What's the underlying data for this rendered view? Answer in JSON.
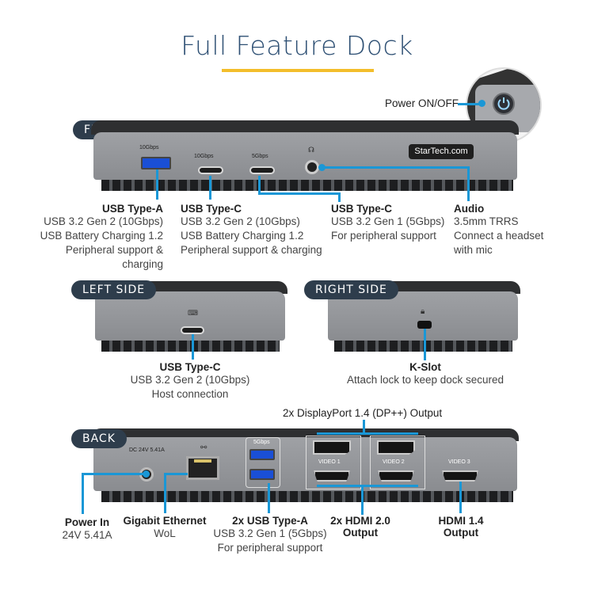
{
  "title": "Full Feature Dock",
  "sections": {
    "front": "FRONT",
    "left": "LEFT SIDE",
    "right": "RIGHT SIDE",
    "back": "BACK"
  },
  "power_button": "Power ON/OFF",
  "brand": "StarTech.com",
  "front_port_labels": {
    "usba_speed": "10Gbps",
    "usbc1_speed": "10Gbps",
    "usbc2_speed": "5Gbps"
  },
  "front": {
    "usba": {
      "title": "USB Type-A",
      "lines": [
        "USB 3.2 Gen 2 (10Gbps)",
        "USB Battery Charging 1.2",
        "Peripheral support & charging"
      ]
    },
    "usbc1": {
      "title": "USB Type-C",
      "lines": [
        "USB 3.2 Gen 2 (10Gbps)",
        "USB Battery Charging 1.2",
        "Peripheral support & charging"
      ]
    },
    "usbc2": {
      "title": "USB Type-C",
      "lines": [
        "USB 3.2 Gen 1 (5Gbps)",
        "For peripheral support"
      ]
    },
    "audio": {
      "title": "Audio",
      "lines": [
        "3.5mm TRRS",
        "Connect a headset",
        "with mic"
      ]
    }
  },
  "left": {
    "title": "USB Type-C",
    "lines": [
      "USB 3.2 Gen 2 (10Gbps)",
      "Host connection"
    ]
  },
  "right": {
    "title": "K-Slot",
    "lines": [
      "Attach lock to keep dock secured"
    ]
  },
  "back": {
    "dp_header": "2x DisplayPort 1.4 (DP++) Output",
    "dc_label": "DC 24V 5.41A",
    "usb_speed": "5Gbps",
    "video1": "VIDEO 1",
    "video2": "VIDEO 2",
    "video3": "VIDEO 3",
    "power": {
      "title": "Power In",
      "lines": [
        "24V 5.41A"
      ]
    },
    "ethernet": {
      "title": "Gigabit Ethernet",
      "lines": [
        "WoL"
      ]
    },
    "usba": {
      "title": "2x USB Type-A",
      "lines": [
        "USB 3.2 Gen 1 (5Gbps)",
        "For peripheral support"
      ]
    },
    "hdmi20": {
      "title": "2x HDMI 2.0",
      "lines": [
        "Output"
      ]
    },
    "hdmi14": {
      "title": "HDMI 1.4",
      "lines": [
        "Output"
      ]
    }
  },
  "colors": {
    "accent_blue": "#1a97d6",
    "title_blue": "#2d4f73",
    "underline_yellow": "#f3be2b",
    "pill_dark": "#2e3d4c"
  }
}
